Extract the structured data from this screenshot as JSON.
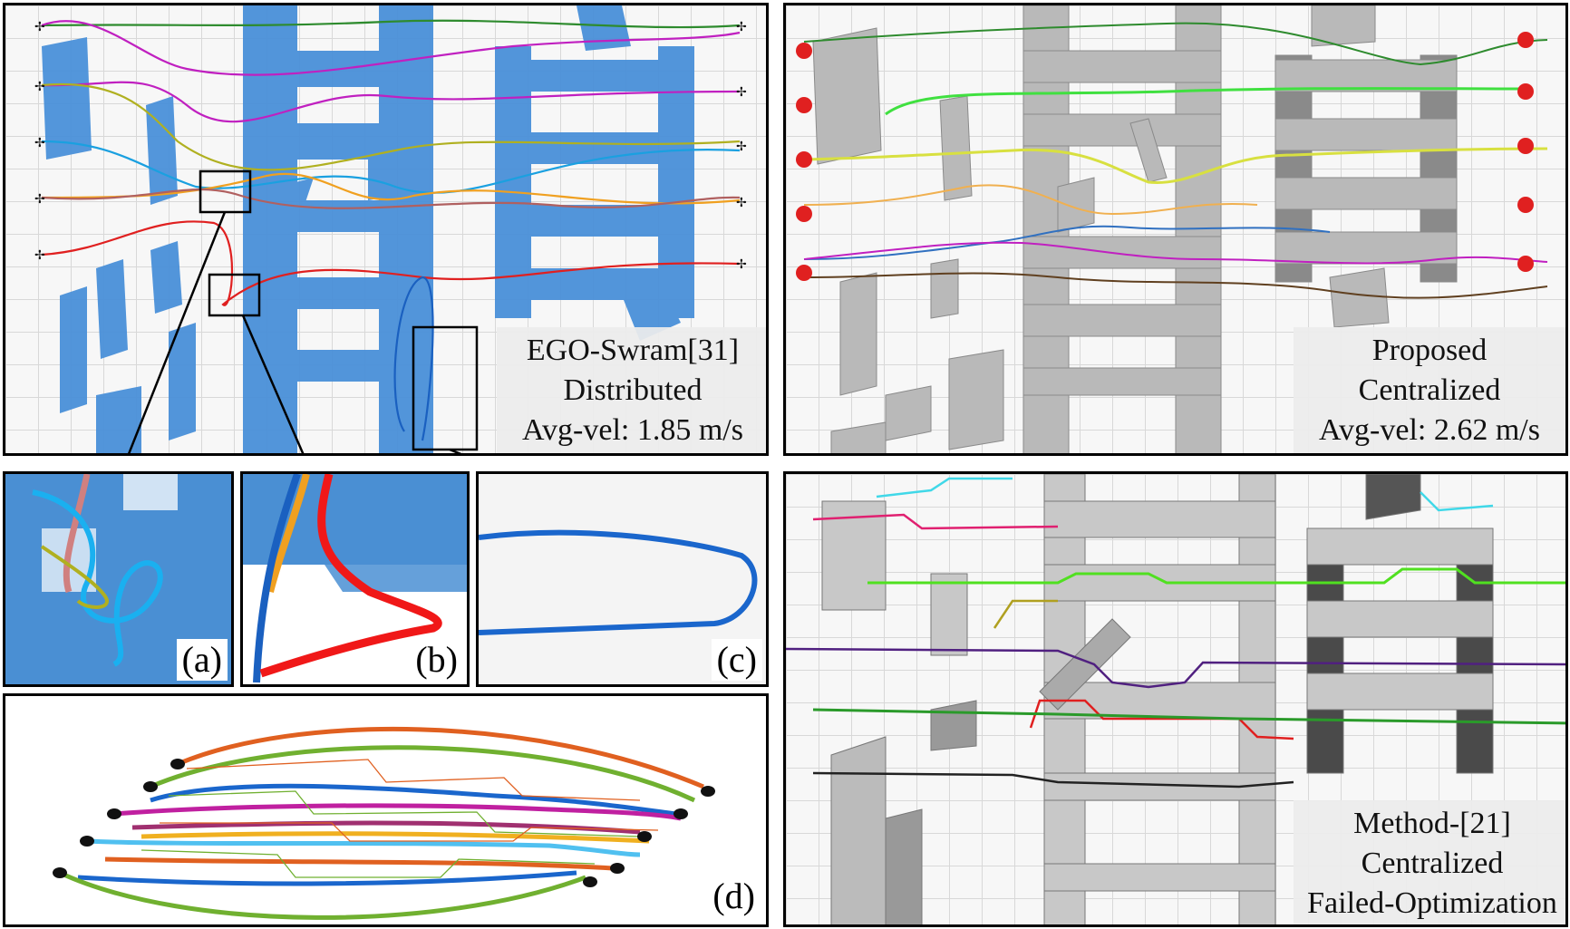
{
  "panels": {
    "ego": {
      "name": "EGO-Swram[31]",
      "mode": "Distributed",
      "metric": "Avg-vel: 1.85 m/s"
    },
    "proposed": {
      "name": "Proposed",
      "mode": "Centralized",
      "metric": "Avg-vel: 2.62 m/s"
    },
    "method21": {
      "name": "Method-[21]",
      "mode": "Centralized",
      "metric": "Failed-Optimization"
    }
  },
  "subfigures": {
    "a": "(a)",
    "b": "(b)",
    "c": "(c)",
    "d": "(d)"
  },
  "colors": {
    "ego_obstacle": "#4a90d9",
    "gray_obstacle": "#b9b9b9",
    "dark_obstacle": "#5a5a5a",
    "frame": "#000000",
    "drone_marker": "#e02020"
  }
}
